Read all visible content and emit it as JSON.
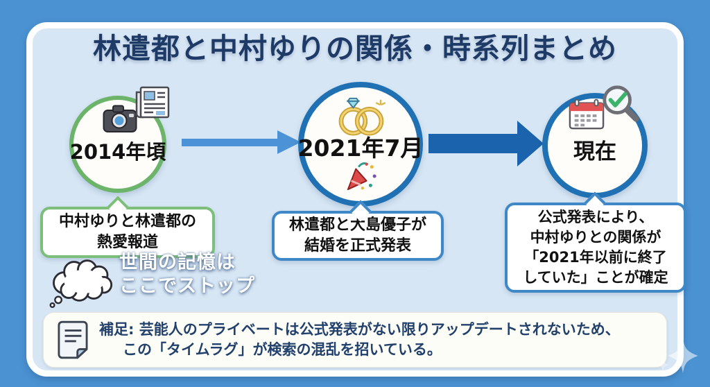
{
  "header": {
    "title": "林遣都と中村ゆりの関係・時系列まとめ"
  },
  "nodes": [
    {
      "id": "2014",
      "date_label": "2014年頃",
      "icons": [
        "camera-icon",
        "newspaper-icon"
      ],
      "accent_color": "#6db46b",
      "caption_line1": "中村ゆりと林遣都の",
      "caption_line2": "熱愛報道"
    },
    {
      "id": "2021-07",
      "date_label": "2021年7月",
      "icons": [
        "wedding-rings-icon",
        "party-popper-icon"
      ],
      "accent_color": "#2071b4",
      "caption_line1": "林遣都と大島優子が",
      "caption_line2": "結婚を正式発表"
    },
    {
      "id": "now",
      "date_label": "現在",
      "icons": [
        "calendar-icon",
        "magnifier-check-icon"
      ],
      "accent_color": "#2071b4",
      "caption_line1": "公式発表により、",
      "caption_line2": "中村ゆりとの関係が",
      "caption_line3": "「2021年以前に終了",
      "caption_line4": "していた」ことが確定"
    }
  ],
  "thought": {
    "icon": "thought-cloud-icon",
    "line1": "世間の記憶は",
    "line2": "ここでストップ"
  },
  "footnote": {
    "icon": "note-document-icon",
    "line1": "補足: 芸能人のプライベートは公式発表がない限りアップデートされないため、",
    "line2": "この「タイムラグ」が検索の混乱を招いている。"
  },
  "colors": {
    "outer_background": "#4b92d2",
    "panel_background": "#d7e6f4",
    "panel_border": "#ffffff",
    "title_text": "#1e3a66",
    "green_accent": "#6db46b",
    "blue_accent": "#2071b4",
    "box_blue_border": "#3f88c8",
    "arrow_light_blue": "#4b92d6",
    "arrow_dark_blue": "#1b64ad",
    "footer_background": "#fdfdf8",
    "footer_text": "#21406b"
  }
}
